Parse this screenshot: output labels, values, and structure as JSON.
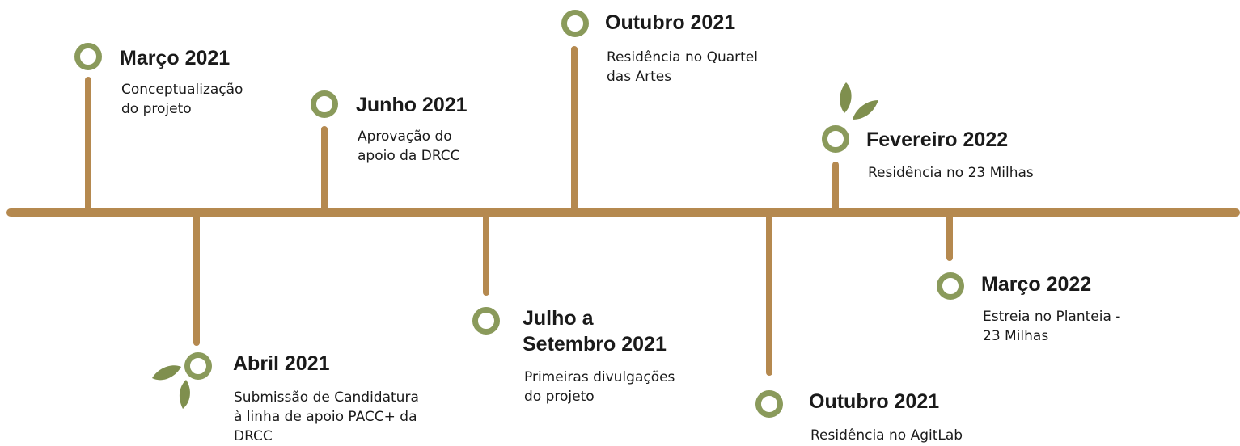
{
  "colors": {
    "line": "#b5894f",
    "node": "#8a9a5b",
    "leaf": "#7f8f4e"
  },
  "milestones": [
    {
      "title": "Março 2021",
      "desc": "Conceptualização\ndo projeto"
    },
    {
      "title": "Abril 2021",
      "desc": "Submissão de Candidatura\nà linha de apoio PACC+ da\nDRCC"
    },
    {
      "title": "Junho 2021",
      "desc": "Aprovação   do\napoio da DRCC"
    },
    {
      "title": "Julho a\nSetembro 2021",
      "desc": "Primeiras  divulgações\ndo projeto"
    },
    {
      "title": "Outubro 2021",
      "desc": "Residência  no  Quartel\ndas Artes"
    },
    {
      "title": "Outubro 2021",
      "desc": "Residência no AgitLab"
    },
    {
      "title": "Fevereiro 2022",
      "desc": "Residência no 23 Milhas"
    },
    {
      "title": "Março 2022",
      "desc": "Estreia  no  Planteia  -\n23 Milhas"
    }
  ]
}
